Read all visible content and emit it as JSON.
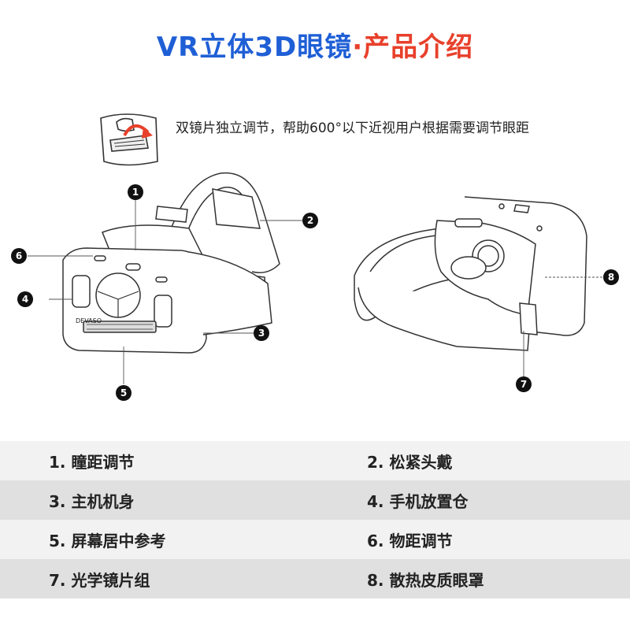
{
  "header": {
    "title_part1": "VR立体3D眼镜",
    "title_part2": "·产品介绍"
  },
  "feature": {
    "description": "双镜片独立调节，帮助600°以下近视用户根据需要调节眼距"
  },
  "device": {
    "brand_label": "DEVASO"
  },
  "callouts": [
    "1",
    "2",
    "3",
    "4",
    "5",
    "6",
    "7",
    "8"
  ],
  "parts_table": [
    {
      "left": "1. 瞳距调节",
      "right": "2. 松紧头戴"
    },
    {
      "left": "3. 主机机身",
      "right": "4. 手机放置仓"
    },
    {
      "left": "5. 屏幕居中参考",
      "right": "6. 物距调节"
    },
    {
      "left": "7. 光学镜片组",
      "right": "8. 散热皮质眼罩"
    }
  ],
  "colors": {
    "title_blue": "#1f5fd6",
    "title_red": "#e8402b",
    "adjust_arrow": "#e8402b"
  }
}
